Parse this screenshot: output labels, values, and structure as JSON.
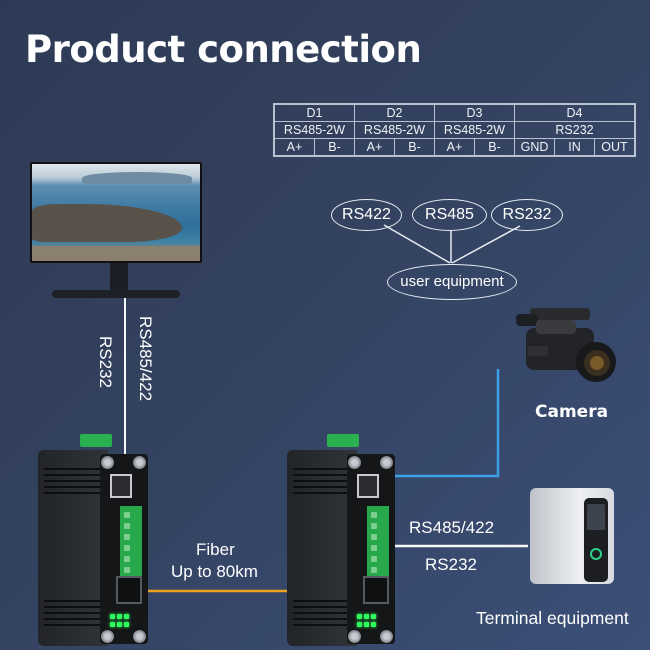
{
  "title": "Product connection",
  "pin_table": {
    "ports": [
      {
        "name": "D1",
        "protocol": "RS485-2W",
        "pins": [
          "A+",
          "B-"
        ]
      },
      {
        "name": "D2",
        "protocol": "RS485-2W",
        "pins": [
          "A+",
          "B-"
        ]
      },
      {
        "name": "D3",
        "protocol": "RS485-2W",
        "pins": [
          "A+",
          "B-"
        ]
      },
      {
        "name": "D4",
        "protocol": "RS232",
        "pins": [
          "GND",
          "IN",
          "OUT"
        ]
      }
    ]
  },
  "user_equipment_diagram": {
    "protocols": [
      "RS422",
      "RS485",
      "RS232"
    ],
    "target": "user equipment"
  },
  "labels": {
    "monitor_link_left": "RS232",
    "monitor_link_right": "RS485/422",
    "fiber_line1": "Fiber",
    "fiber_line2": "Up to 80km",
    "camera": "Camera",
    "terminal_link_top": "RS485/422",
    "terminal_link_bottom": "RS232",
    "terminal": "Terminal equipment"
  },
  "colors": {
    "fiber_line": "#f0a020",
    "ethernet_line": "#3aa0e8",
    "serial_line": "#ffffff"
  }
}
